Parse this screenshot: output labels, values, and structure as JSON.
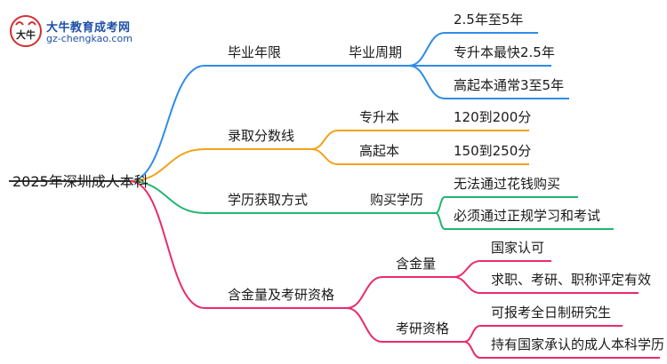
{
  "logo": {
    "title": "大牛教育成考网",
    "url": "gz-chengkao.com",
    "mark_text": "大牛"
  },
  "colors": {
    "blue": "#2f8ce6",
    "orange": "#f2a21b",
    "green": "#22b573",
    "pink": "#ea2b6e"
  },
  "mindmap": {
    "root": "2025年深圳成人本科",
    "branches": [
      {
        "label": "毕业年限",
        "children": [
          {
            "label": "毕业周期",
            "leaves": [
              "2.5年至5年",
              "专升本最快2.5年",
              "高起本通常3至5年"
            ]
          }
        ]
      },
      {
        "label": "录取分数线",
        "children": [
          {
            "label": "专升本",
            "leaves": [
              "120到200分"
            ]
          },
          {
            "label": "高起本",
            "leaves": [
              "150到250分"
            ]
          }
        ]
      },
      {
        "label": "学历获取方式",
        "children": [
          {
            "label": "购买学历",
            "leaves": [
              "无法通过花钱购买",
              "必须通过正规学习和考试"
            ]
          }
        ]
      },
      {
        "label": "含金量及考研资格",
        "children": [
          {
            "label": "含金量",
            "leaves": [
              "国家认可",
              "求职、考研、职称评定有效"
            ]
          },
          {
            "label": "考研资格",
            "leaves": [
              "可报考全日制研究生",
              "持有国家承认的成人本科学历"
            ]
          }
        ]
      }
    ]
  }
}
